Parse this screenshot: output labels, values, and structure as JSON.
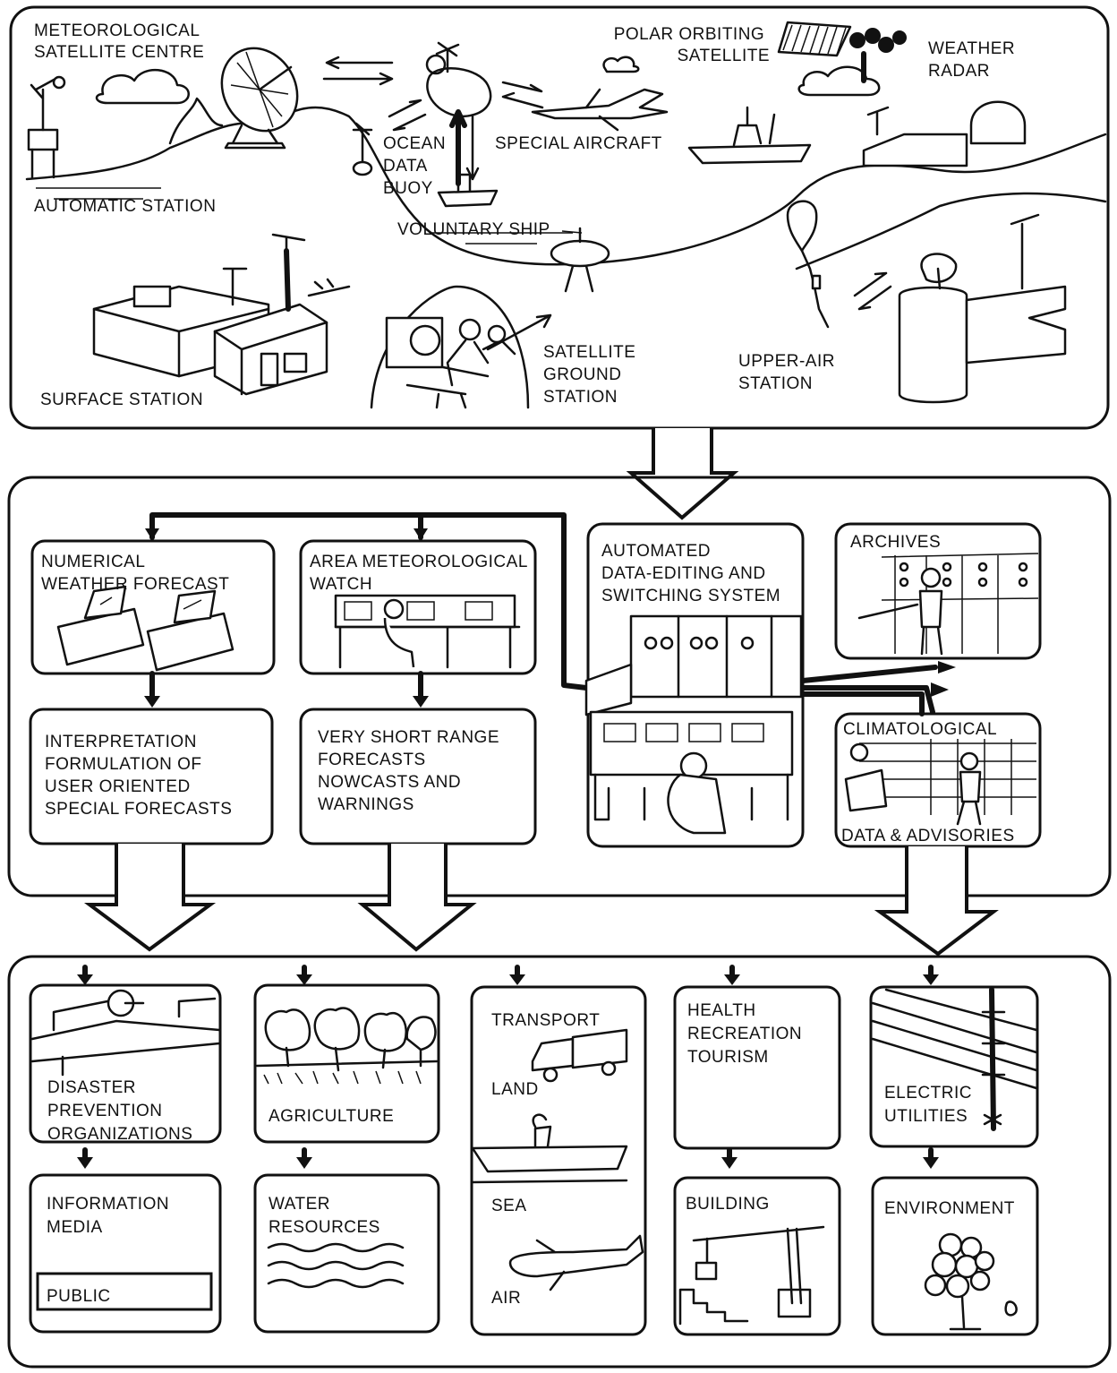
{
  "observing_system": {
    "met_satellite_centre": [
      "METEOROLOGICAL",
      "SATELLITE CENTRE"
    ],
    "polar_orbiting_satellite": [
      "POLAR ORBITING",
      "SATELLITE"
    ],
    "weather_radar": [
      "WEATHER",
      "RADAR"
    ],
    "ocean_data_buoy": [
      "OCEAN",
      "DATA",
      "BUOY"
    ],
    "special_aircraft": "SPECIAL AIRCRAFT",
    "automatic_station": "AUTOMATIC STATION",
    "voluntary_ship": "VOLUNTARY SHIP",
    "surface_station": "SURFACE STATION",
    "satellite_ground_station": [
      "SATELLITE",
      "GROUND",
      "STATION"
    ],
    "upper_air_station": [
      "UPPER-AIR",
      "STATION"
    ]
  },
  "processing": {
    "numerical_weather_forecast": [
      "NUMERICAL",
      "WEATHER FORECAST"
    ],
    "area_met_watch": [
      "AREA METEOROLOGICAL",
      "WATCH"
    ],
    "automated_system": [
      "AUTOMATED",
      "DATA-EDITING AND",
      "SWITCHING SYSTEM"
    ],
    "archives": "ARCHIVES",
    "interpretation": [
      "INTERPRETATION",
      "FORMULATION OF",
      "USER ORIENTED",
      "SPECIAL FORECASTS"
    ],
    "very_short_range": [
      "VERY SHORT RANGE",
      "FORECASTS",
      "NOWCASTS AND",
      "WARNINGS"
    ],
    "climatological": "CLIMATOLOGICAL",
    "data_advisories": "DATA & ADVISORIES"
  },
  "users": {
    "disaster": [
      "DISASTER",
      "PREVENTION",
      "ORGANIZATIONS"
    ],
    "agriculture": "AGRICULTURE",
    "transport": "TRANSPORT",
    "land": "LAND",
    "sea": "SEA",
    "air": "AIR",
    "health": [
      "HEALTH",
      "RECREATION",
      "TOURISM"
    ],
    "electric": [
      "ELECTRIC",
      "UTILITIES"
    ],
    "information_media": [
      "INFORMATION",
      "MEDIA"
    ],
    "public": "PUBLIC",
    "water_resources": [
      "WATER",
      "RESOURCES"
    ],
    "building": "BUILDING",
    "environment": "ENVIRONMENT"
  }
}
